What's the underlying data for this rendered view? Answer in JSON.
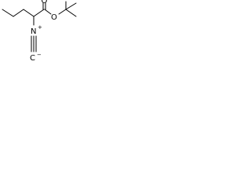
{
  "structure": {
    "atoms": {
      "carbonyl_oxygen": "O",
      "ester_oxygen": "O",
      "nitrogen": "N",
      "nitrogen_charge": "+",
      "isocyanide_carbon": "C",
      "isocyanide_carbon_charge": "−"
    },
    "colors": {
      "bond": "#000000",
      "label": "#000000",
      "background": "#ffffff"
    }
  }
}
